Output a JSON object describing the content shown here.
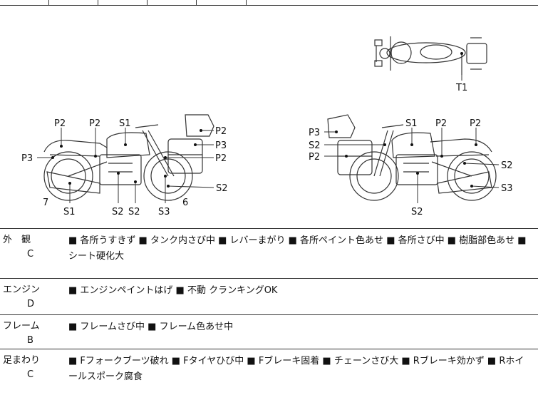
{
  "diagram": {
    "labels": {
      "top_t1": "T1",
      "left_p2a": "P2",
      "left_p2b": "P2",
      "left_s1top": "S1",
      "left_p2r1": "P2",
      "left_p3r": "P3",
      "left_p2r2": "P2",
      "left_p3l": "P3",
      "left_s2r": "S2",
      "left_6": "6",
      "left_7": "7",
      "left_s1bot": "S1",
      "left_s2a": "S2",
      "left_s2b": "S2",
      "left_s3": "S3",
      "right_p3": "P3",
      "right_s2l": "S2",
      "right_p2l": "P2",
      "right_s1": "S1",
      "right_p2a": "P2",
      "right_p2b": "P2",
      "right_s2r": "S2",
      "right_s3": "S3",
      "right_s2bot": "S2"
    }
  },
  "rows": [
    {
      "category": "外　観",
      "grade": "C",
      "items": "■ 各所うすきず ■ タンク内さび中 ■ レバーまがり ■ 各所ペイント色あせ ■ 各所さび中 ■ 樹脂部色あせ ■ シート硬化大"
    },
    {
      "category": "エンジン",
      "grade": "D",
      "items": "■ エンジンペイントはげ ■ 不動 クランキングOK"
    },
    {
      "category": "フレーム",
      "grade": "B",
      "items": "■ フレームさび中 ■ フレーム色あせ中"
    },
    {
      "category": "足まわり",
      "grade": "C",
      "items": "■ Fフォークブーツ破れ ■ Fタイヤひび中 ■ Fブレーキ固着 ■ チェーンさび大 ■ Rブレーキ効かず ■ Rホイールスポーク腐食"
    }
  ]
}
